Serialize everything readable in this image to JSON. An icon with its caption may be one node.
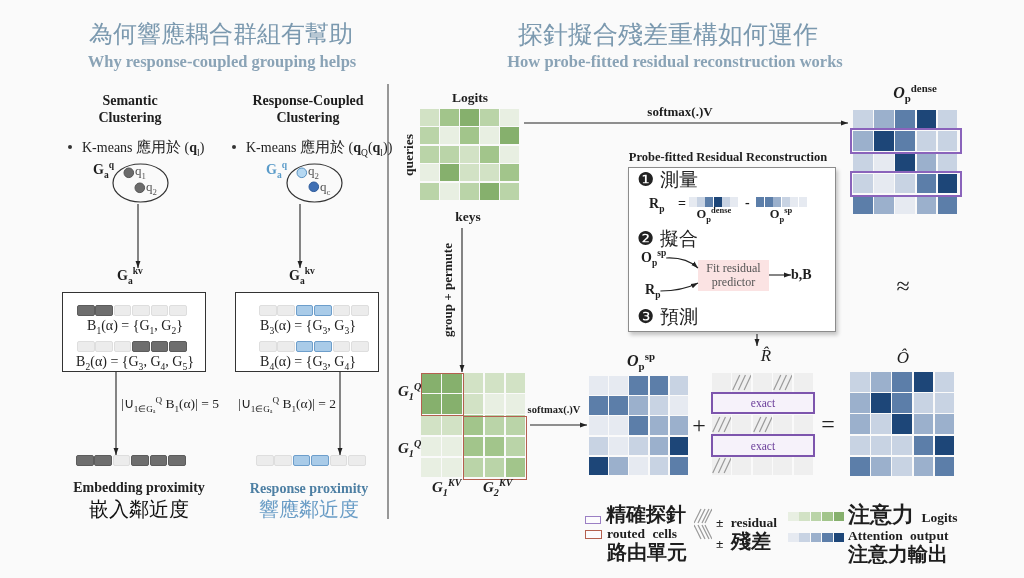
{
  "diagram": {
    "nodes": [
      {
        "text": [
          "G$_{a}$$^{q}$",
          "q$_{1}$",
          "q$_{2}$"
        ]
      },
      {
        "text": [
          "G$_{a}$$^{kv}$"
        ]
      },
      {
        "text": [
          "B$_{1}$(α) = {G$_{1}$, G$_{2}$}",
          "B$_{2}$(α) = {G$_{3}$, G$_{4}$, G$_{5}$}"
        ]
      },
      {
        "text": [],
        "shape": "bar"
      },
      {
        "text": [
          "G$_{a}$$^{q}$",
          "q$_{2}$",
          "q$_{c}$"
        ]
      },
      {
        "text": [
          "G$_{a}$$^{kv}$"
        ]
      },
      {
        "text": [
          "B$_{3}$(α) = {G$_{3}$, G$_{3}$}",
          "B$_{4}$(α) = {G$_{3}$, G$_{4}$}"
        ]
      },
      {
        "text": [],
        "shape": "bar"
      },
      {
        "text": [
          "Logits",
          "queries",
          "keys"
        ]
      },
      {
        "text": [
          "*O*$_{p}$$^{dense}$"
        ]
      },
      {
        "text": [
          "Probe-fitted Residual Reconstruction",
          "❶ 測量",
          "R$_{p}$ =",
          "-",
          "❷ 擬合",
          "❸ 預測"
        ]
      },
      {
        "text": [
          "O$_{p}$$^{dense}$"
        ],
        "in": 10
      },
      {
        "text": [
          "O$_{p}$$^{sp}$"
        ],
        "in": 10
      },
      {
        "text": [
          "O$_{p}$$^{sp}$"
        ],
        "in": 10
      },
      {
        "text": [
          "Fit residual predictor"
        ],
        "in": 10
      },
      {
        "text": [
          "b,B"
        ],
        "in": 10
      },
      {
        "text": [
          "R$_{p}$"
        ],
        "in": 10
      },
      {
        "text": [
          "G$_{1}$$^{Q}$",
          "G$_{1}$$^{Q}$",
          "G$_{1}$$^{KV}$",
          "G$_{2}$$^{KV}$"
        ]
      },
      {
        "text": [
          "*O*$_{p}$$^{sp}$"
        ]
      },
      {
        "text": [
          "R̂"
        ]
      },
      {
        "text": [
          "exact"
        ],
        "in": 19
      },
      {
        "text": [
          "exact"
        ],
        "in": 19
      },
      {
        "text": [
          "Ô"
        ]
      }
    ],
    "edges": [
      {
        "from": 0,
        "to": 1,
        "arrow": "to"
      },
      {
        "from": 2,
        "to": 3,
        "arrow": "to",
        "label": "|∪$_{1∈Gₐ}$$^{Q}$ B$_{1}$(α)| = 5"
      },
      {
        "from": 4,
        "to": 5,
        "arrow": "to"
      },
      {
        "from": 6,
        "to": 7,
        "arrow": "to",
        "label": "|∪$_{1∈Gₐ}$$^{Q}$ B$_{1}$(α)| = 2"
      },
      {
        "from": 8,
        "to": 9,
        "arrow": "to",
        "label": "softmax(.)V"
      },
      {
        "from": 8,
        "to": 17,
        "arrow": "to",
        "label": "group + permute"
      },
      {
        "from": 17,
        "to": 18,
        "arrow": "to",
        "label": "softmax(.)V"
      },
      {
        "from": 13,
        "to": 14,
        "arrow": "to"
      },
      {
        "from": 16,
        "to": 14,
        "arrow": "to"
      },
      {
        "from": 14,
        "to": 15,
        "arrow": "to"
      },
      {
        "from": 10,
        "to": 19,
        "arrow": "to"
      }
    ],
    "labels": [
      "為何響應耦合群組有幫助",
      "Why response-coupled grouping helps",
      "探針擬合殘差重構如何運作",
      "How probe-fitted residual reconstruction works",
      "Semantic Clustering",
      "Response-Coupled Clustering",
      "K-means 應用於 (**q**$_{l}$)",
      "K-means 應用於 (**q**$_{Q}$(**q**$_{l}$))",
      "Embedding proximity",
      "嵌入鄰近度",
      "Response proximity",
      "響應鄰近度",
      "≈",
      "+",
      "="
    ],
    "legend": [
      {
        "text": "精確探針"
      },
      {
        "text": "routed cells 路由單元"
      },
      {
        "text": "± residual ± 殘差"
      },
      {
        "text": "注意力 Logits"
      },
      {
        "text": "Attention output 注意力輸出"
      }
    ]
  }
}
